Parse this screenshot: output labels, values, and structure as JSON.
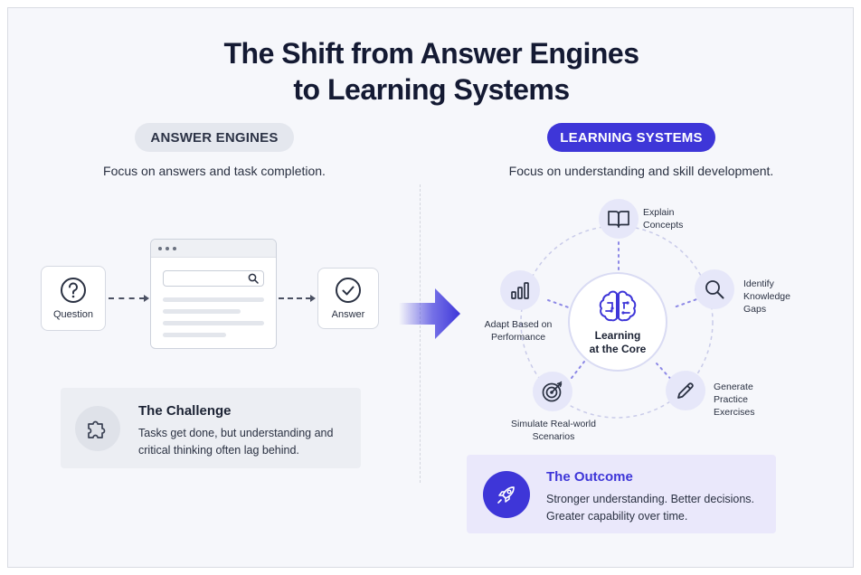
{
  "title_line1": "The Shift from Answer Engines",
  "title_line2": "to Learning Systems",
  "left": {
    "pill": "ANSWER ENGINES",
    "subtitle": "Focus on answers and task completion.",
    "question_label": "Question",
    "answer_label": "Answer",
    "challenge": {
      "heading": "The Challenge",
      "text": "Tasks get done, but understanding and critical thinking often lag behind."
    }
  },
  "right": {
    "pill": "LEARNING SYSTEMS",
    "subtitle": "Focus on understanding and skill development.",
    "center_line1": "Learning",
    "center_line2": "at the Core",
    "satellites": [
      {
        "label_line1": "Explain",
        "label_line2": "Concepts",
        "label_line3": "",
        "icon": "book-icon"
      },
      {
        "label_line1": "Identify",
        "label_line2": "Knowledge",
        "label_line3": "Gaps",
        "icon": "magnifier-icon"
      },
      {
        "label_line1": "Generate",
        "label_line2": "Practice",
        "label_line3": "Exercises",
        "icon": "pencil-icon"
      },
      {
        "label_line1": "Simulate Real-world",
        "label_line2": "Scenarios",
        "label_line3": "",
        "icon": "target-icon"
      },
      {
        "label_line1": "Adapt Based on",
        "label_line2": "Performance",
        "label_line3": "",
        "icon": "bar-chart-icon"
      }
    ],
    "outcome": {
      "heading": "The Outcome",
      "text": "Stronger understanding. Better decisions. Greater capability over time."
    }
  },
  "colors": {
    "accent": "#3e36d8",
    "accent_light": "#e6e7f9",
    "neutral_pill": "#e4e7ee"
  }
}
